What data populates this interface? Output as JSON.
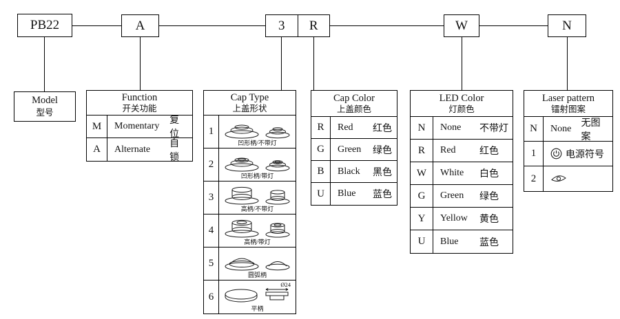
{
  "code_boxes": [
    {
      "label": "PB22"
    },
    {
      "label": "A"
    },
    {
      "label": "3"
    },
    {
      "label": "R"
    },
    {
      "label": "W"
    },
    {
      "label": "N"
    }
  ],
  "model": {
    "title_en": "Model",
    "title_zh": "型号"
  },
  "function": {
    "title_en": "Function",
    "title_zh": "开关功能",
    "rows": [
      {
        "code": "M",
        "desc_en": "Momentary",
        "desc_zh": "复位"
      },
      {
        "code": "A",
        "desc_en": "Alternate",
        "desc_zh": "自锁"
      }
    ]
  },
  "cap_type": {
    "title_en": "Cap Type",
    "title_zh": "上盖形状",
    "rows": [
      {
        "code": "1",
        "caption": "凹形柄/不带灯",
        "icon": "concave-cap-no-led"
      },
      {
        "code": "2",
        "caption": "凹形柄/带灯",
        "icon": "concave-cap-led"
      },
      {
        "code": "3",
        "caption": "高柄/不带灯",
        "icon": "tall-cap-no-led"
      },
      {
        "code": "4",
        "caption": "高柄/带灯",
        "icon": "tall-cap-led"
      },
      {
        "code": "5",
        "caption": "圆弧柄",
        "icon": "round-arc-cap"
      },
      {
        "code": "6",
        "caption": "平柄",
        "icon": "flat-cap",
        "dim": "Ø24"
      }
    ]
  },
  "cap_color": {
    "title_en": "Cap Color",
    "title_zh": "上盖颜色",
    "rows": [
      {
        "code": "R",
        "desc_en": "Red",
        "desc_zh": "红色"
      },
      {
        "code": "G",
        "desc_en": "Green",
        "desc_zh": "绿色"
      },
      {
        "code": "B",
        "desc_en": "Black",
        "desc_zh": "黑色"
      },
      {
        "code": "U",
        "desc_en": "Blue",
        "desc_zh": "蓝色"
      }
    ]
  },
  "led_color": {
    "title_en": "LED Color",
    "title_zh": "灯颜色",
    "rows": [
      {
        "code": "N",
        "desc_en": "None",
        "desc_zh": "不带灯"
      },
      {
        "code": "R",
        "desc_en": "Red",
        "desc_zh": "红色"
      },
      {
        "code": "W",
        "desc_en": "White",
        "desc_zh": "白色"
      },
      {
        "code": "G",
        "desc_en": "Green",
        "desc_zh": "绿色"
      },
      {
        "code": "Y",
        "desc_en": "Yellow",
        "desc_zh": "黄色"
      },
      {
        "code": "U",
        "desc_en": "Blue",
        "desc_zh": "蓝色"
      }
    ]
  },
  "laser_pattern": {
    "title_en": "Laser pattern",
    "title_zh": "镭射图案",
    "rows": [
      {
        "code": "N",
        "desc_en": "None",
        "desc_zh": "无图案",
        "icon": ""
      },
      {
        "code": "1",
        "desc_en": "",
        "desc_zh": "电源符号",
        "icon": "power-icon"
      },
      {
        "code": "2",
        "desc_en": "",
        "desc_zh": "",
        "icon": "eye-icon"
      }
    ]
  }
}
